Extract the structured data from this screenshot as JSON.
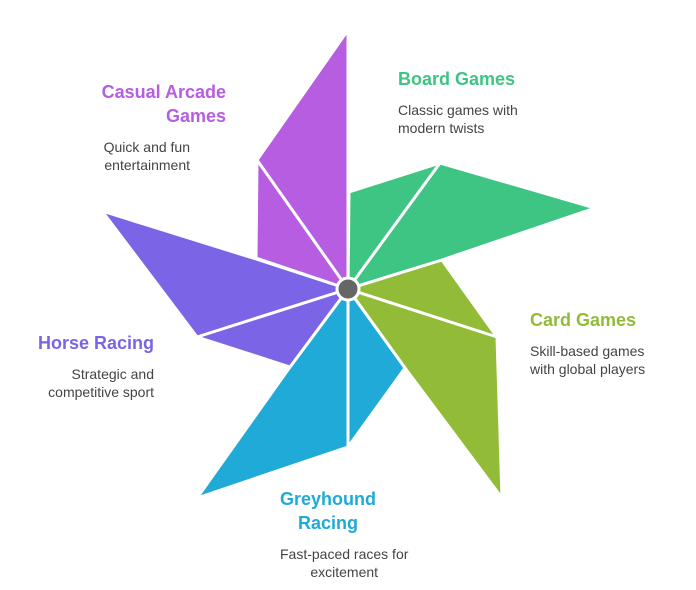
{
  "colors": {
    "casual": "#B65DE1",
    "board": "#3EC483",
    "card": "#92BC38",
    "greyhound": "#1FAAD8",
    "horse": "#7B64E5",
    "hub": "#666666"
  },
  "items": {
    "casual": {
      "title": "Casual Arcade Games",
      "title_l1": "Casual Arcade",
      "title_l2": "Games",
      "desc_l1": "Quick and fun",
      "desc_l2": "entertainment"
    },
    "board": {
      "title": "Board Games",
      "desc_l1": "Classic games with",
      "desc_l2": "modern twists"
    },
    "card": {
      "title": "Card Games",
      "desc_l1": "Skill-based games",
      "desc_l2": "with global players"
    },
    "greyhound": {
      "title": "Greyhound Racing",
      "title_l1": "Greyhound",
      "title_l2": "Racing",
      "desc_l1": "Fast-paced races for",
      "desc_l2": "excitement"
    },
    "horse": {
      "title": "Horse Racing",
      "desc_l1": "Strategic and",
      "desc_l2": "competitive sport"
    }
  }
}
